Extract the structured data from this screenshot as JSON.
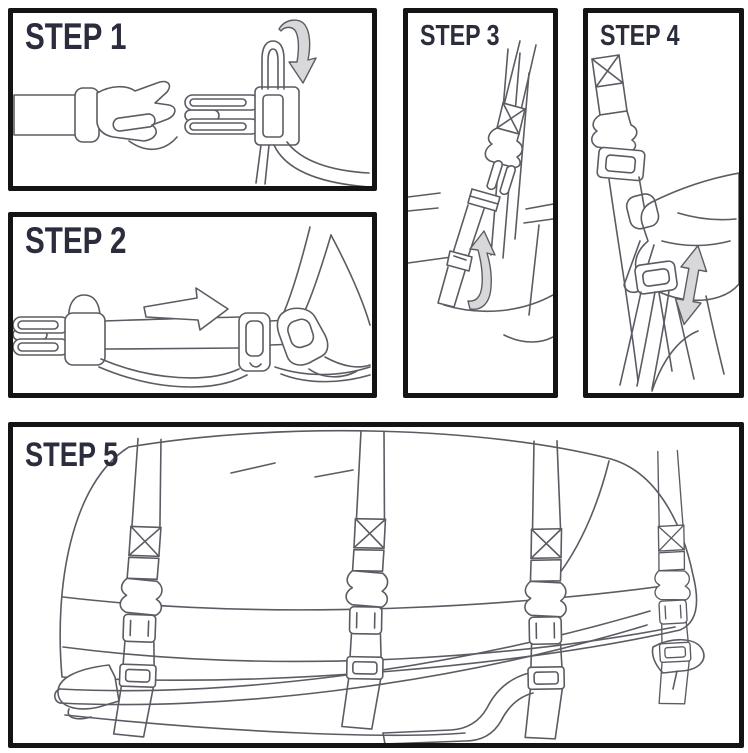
{
  "colors": {
    "background": "#ffffff",
    "panel_border": "#141414",
    "heading": "#2b2d3d",
    "line_art": "#5b5c63",
    "arrow_fill": "#d8d8da"
  },
  "steps": [
    {
      "label": "STEP 1",
      "icon": "curved-down-arrow"
    },
    {
      "label": "STEP 2",
      "icon": "right-arrow"
    },
    {
      "label": "STEP 3",
      "icon": "curved-up-arrow"
    },
    {
      "label": "STEP 4",
      "icon": "double-vertical-arrow"
    },
    {
      "label": "STEP 5",
      "icon": "none"
    }
  ]
}
